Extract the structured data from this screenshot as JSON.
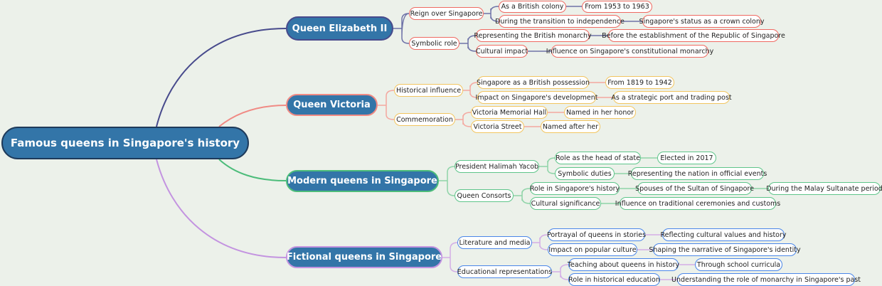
{
  "root": {
    "label": "Famous queens in Singapore's history"
  },
  "branches": [
    {
      "label": "Queen Elizabeth II",
      "line_color": "#474a8c",
      "node_border": "#ef6a62",
      "children": [
        {
          "label": "Reign over Singapore",
          "children": [
            {
              "label": "As a British colony",
              "children": [
                {
                  "label": "From 1953 to 1963"
                }
              ]
            },
            {
              "label": "During the transition to independence",
              "children": [
                {
                  "label": "Singapore's status as a crown colony"
                }
              ]
            }
          ]
        },
        {
          "label": "Symbolic role",
          "children": [
            {
              "label": "Representing the British monarchy",
              "children": [
                {
                  "label": "Before the establishment of the Republic of Singapore"
                }
              ]
            },
            {
              "label": "Cultural impact",
              "children": [
                {
                  "label": "Influence on Singapore's constitutional monarchy"
                }
              ]
            }
          ]
        }
      ]
    },
    {
      "label": "Queen Victoria",
      "line_color": "#f08a84",
      "node_border": "#f2c560",
      "children": [
        {
          "label": "Historical influence",
          "children": [
            {
              "label": "Singapore as a British possession",
              "children": [
                {
                  "label": "From 1819 to 1942"
                }
              ]
            },
            {
              "label": "Impact on Singapore's development",
              "children": [
                {
                  "label": "As a strategic port and trading post"
                }
              ]
            }
          ]
        },
        {
          "label": "Commemoration",
          "children": [
            {
              "label": "Victoria Memorial Hall",
              "children": [
                {
                  "label": "Named in her honor"
                }
              ]
            },
            {
              "label": "Victoria Street",
              "children": [
                {
                  "label": "Named after her"
                }
              ]
            }
          ]
        }
      ]
    },
    {
      "label": "Modern queens in Singapore",
      "line_color": "#4cbc7a",
      "node_border": "#5ec58a",
      "children": [
        {
          "label": "President Halimah Yacob",
          "children": [
            {
              "label": "Role as the head of state",
              "children": [
                {
                  "label": "Elected in 2017"
                }
              ]
            },
            {
              "label": "Symbolic duties",
              "children": [
                {
                  "label": "Representing the nation in official events"
                }
              ]
            }
          ]
        },
        {
          "label": "Queen Consorts",
          "children": [
            {
              "label": "Role in Singapore's history",
              "children": [
                {
                  "label": "Spouses of the Sultan of Singapore",
                  "children": [
                    {
                      "label": "During the Malay Sultanate period"
                    }
                  ]
                }
              ]
            },
            {
              "label": "Cultural significance",
              "children": [
                {
                  "label": "Influence on traditional ceremonies and customs"
                }
              ]
            }
          ]
        }
      ]
    },
    {
      "label": "Fictional queens in Singapore",
      "line_color": "#c393e0",
      "node_border": "#4a86e8",
      "children": [
        {
          "label": "Literature and media",
          "children": [
            {
              "label": "Portrayal of queens in stories",
              "children": [
                {
                  "label": "Reflecting cultural values and history"
                }
              ]
            },
            {
              "label": "Impact on popular culture",
              "children": [
                {
                  "label": "Shaping the narrative of Singapore's identity"
                }
              ]
            }
          ]
        },
        {
          "label": "Educational representations",
          "children": [
            {
              "label": "Teaching about queens in history",
              "children": [
                {
                  "label": "Through school curricula"
                }
              ]
            },
            {
              "label": "Role in historical education",
              "children": [
                {
                  "label": "Understanding the role of monarchy in Singapore's past"
                }
              ]
            }
          ]
        }
      ]
    }
  ]
}
